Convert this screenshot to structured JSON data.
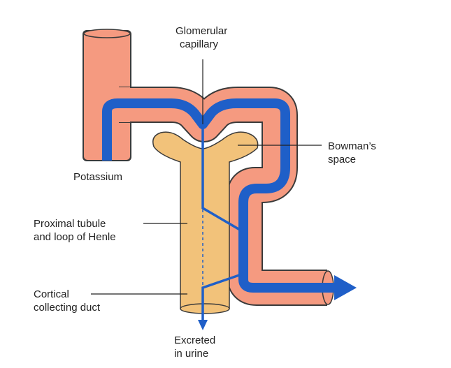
{
  "labels": {
    "glomerular_line1": "Glomerular",
    "glomerular_line2": "capillary",
    "bowman_line1": "Bowman’s",
    "bowman_line2": "space",
    "potassium": "Potassium",
    "proximal_line1": "Proximal tubule",
    "proximal_line2": "and loop of Henle",
    "cortical_line1": "Cortical",
    "cortical_line2": "collecting duct",
    "excreted_line1": "Excreted",
    "excreted_line2": "in urine"
  },
  "colors": {
    "vessel_fill": "#F59A80",
    "vessel_outline": "#3a3a3a",
    "tubule_fill": "#F2C27A",
    "potassium_path": "#1F5FC8",
    "leader_line": "#222222"
  }
}
